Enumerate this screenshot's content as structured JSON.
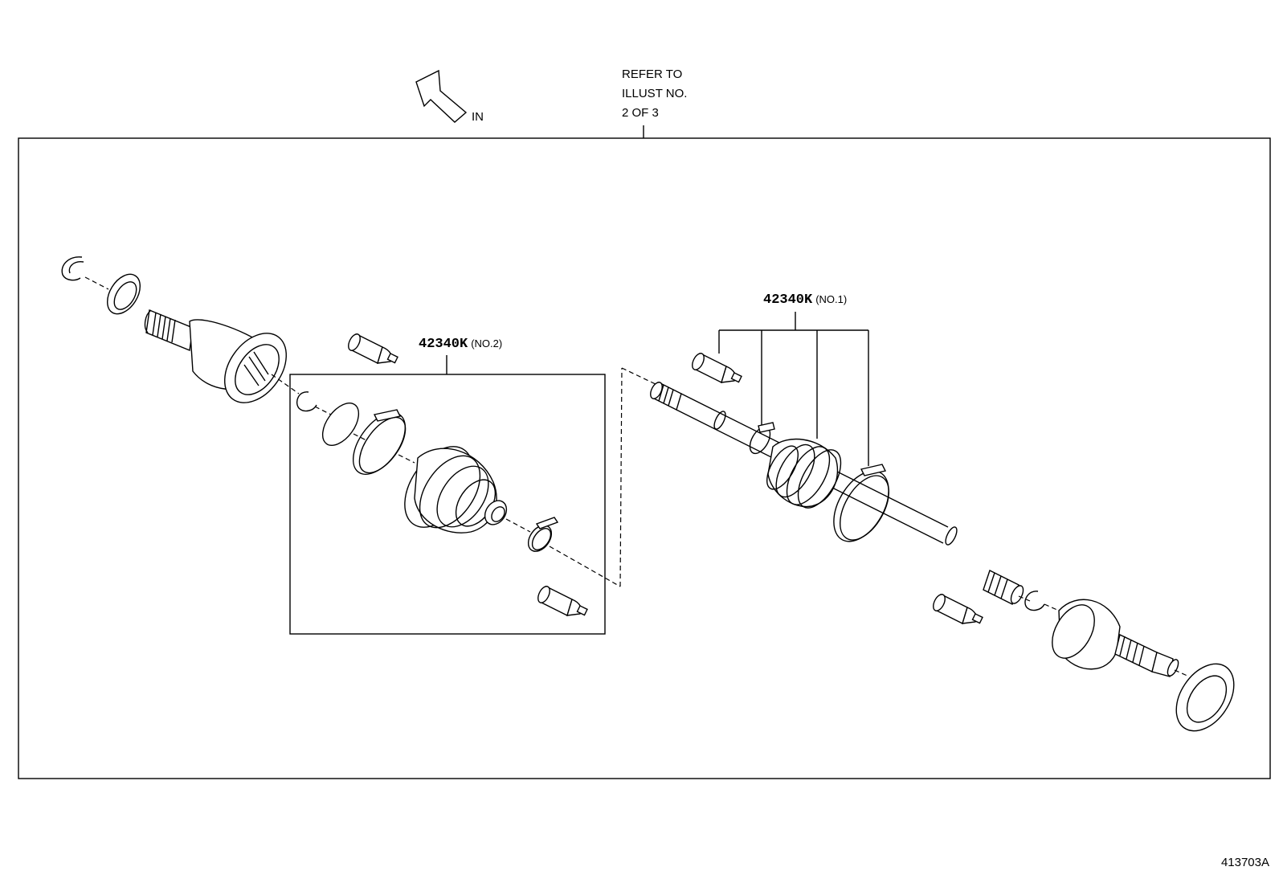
{
  "refer_note": {
    "line1": "REFER TO",
    "line2": "ILLUST NO.",
    "line3": "2 OF 3"
  },
  "direction_label": "IN",
  "callouts": [
    {
      "part_number": "42340K",
      "qualifier": "(NO.2)"
    },
    {
      "part_number": "42340K",
      "qualifier": "(NO.1)"
    }
  ],
  "illustration_id": "413703A"
}
